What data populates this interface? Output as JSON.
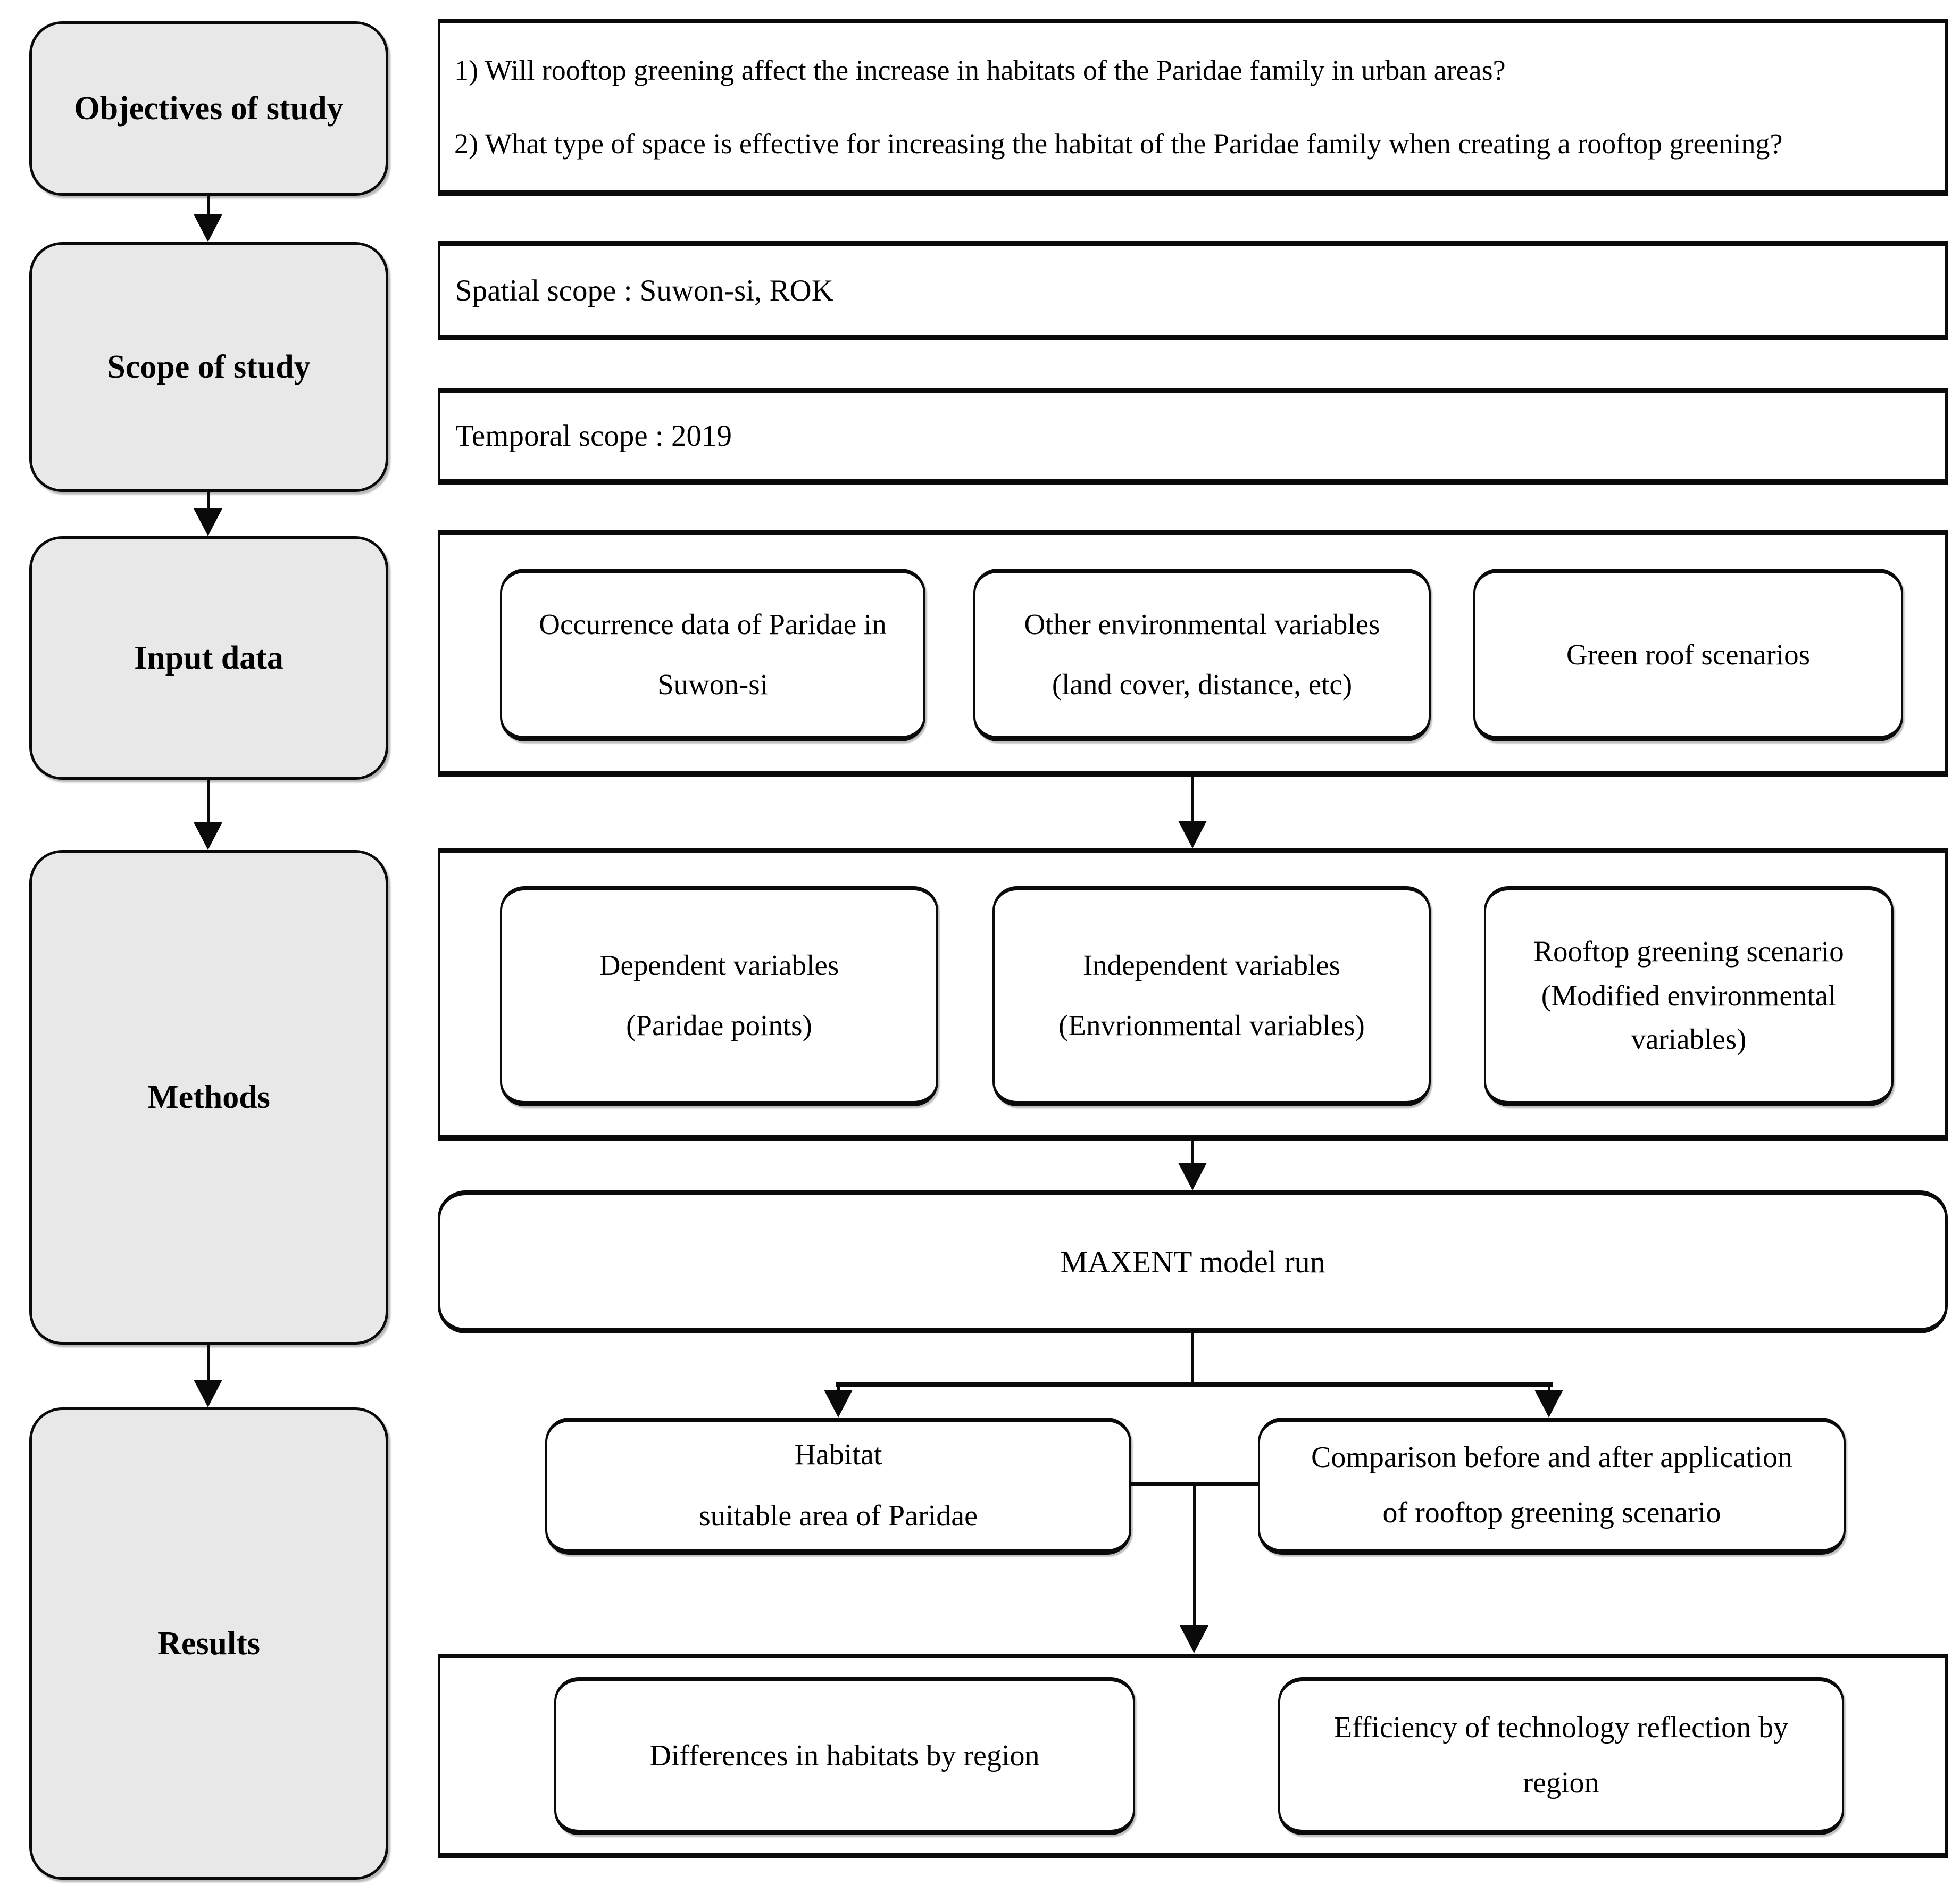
{
  "stages": [
    {
      "label": "Objectives of study"
    },
    {
      "label": "Scope of study"
    },
    {
      "label": "Input data"
    },
    {
      "label": "Methods"
    },
    {
      "label": "Results"
    }
  ],
  "objectives": {
    "questions": [
      "1) Will rooftop greening affect the increase in habitats of the Paridae family in urban areas?",
      "2) What type of space is effective for increasing the habitat of the Paridae family when creating a rooftop greening?"
    ]
  },
  "scope": {
    "spatial": "Spatial scope : Suwon-si, ROK",
    "temporal": "Temporal scope : 2019"
  },
  "input_data": {
    "boxes": [
      {
        "lines": [
          "Occurrence data of Paridae in",
          "Suwon-si"
        ]
      },
      {
        "lines": [
          "Other environmental variables",
          "(land cover, distance, etc)"
        ]
      },
      {
        "lines": [
          "Green roof scenarios"
        ]
      }
    ]
  },
  "methods": {
    "boxes": [
      {
        "lines": [
          "Dependent variables",
          "(Paridae points)"
        ]
      },
      {
        "lines": [
          "Independent variables",
          "(Envrionmental variables)"
        ]
      },
      {
        "lines": [
          "Rooftop greening scenario",
          "(Modified environmental",
          "variables)"
        ]
      }
    ],
    "model": "MAXENT model run"
  },
  "results": {
    "upper": [
      {
        "lines": [
          "Habitat",
          "suitable area of Paridae"
        ]
      },
      {
        "lines": [
          "Comparison before and after application",
          "of rooftop greening scenario"
        ]
      }
    ],
    "lower": [
      {
        "lines": [
          "Differences in habitats by region"
        ]
      },
      {
        "lines": [
          "Efficiency of technology reflection by",
          "region"
        ]
      }
    ]
  }
}
